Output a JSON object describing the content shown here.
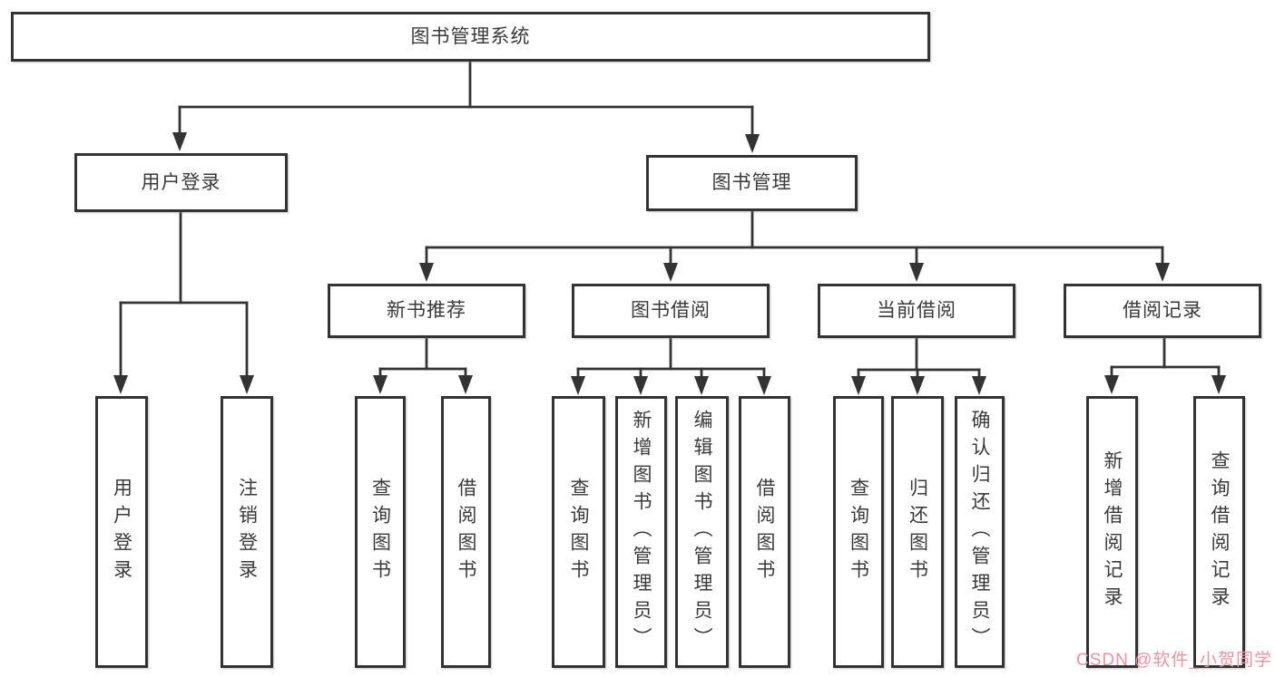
{
  "root": {
    "label": "图书管理系统"
  },
  "level2": [
    {
      "label": "用户登录"
    },
    {
      "label": "图书管理"
    }
  ],
  "level3": [
    {
      "label": "新书推荐",
      "parent": "图书管理"
    },
    {
      "label": "图书借阅",
      "parent": "图书管理"
    },
    {
      "label": "当前借阅",
      "parent": "图书管理"
    },
    {
      "label": "借阅记录",
      "parent": "图书管理"
    }
  ],
  "leaves": [
    {
      "label": "用户登录",
      "parent": "用户登录"
    },
    {
      "label": "注销登录",
      "parent": "用户登录"
    },
    {
      "label": "查询图书",
      "parent": "新书推荐"
    },
    {
      "label": "借阅图书",
      "parent": "新书推荐"
    },
    {
      "label": "查询图书",
      "parent": "图书借阅"
    },
    {
      "label": "新增图书（管理员）",
      "parent": "图书借阅"
    },
    {
      "label": "编辑图书（管理员）",
      "parent": "图书借阅"
    },
    {
      "label": "借阅图书",
      "parent": "图书借阅"
    },
    {
      "label": "查询图书",
      "parent": "当前借阅"
    },
    {
      "label": "归还图书",
      "parent": "当前借阅"
    },
    {
      "label": "确认归还（管理员）",
      "parent": "当前借阅"
    },
    {
      "label": "新增借阅记录",
      "parent": "借阅记录"
    },
    {
      "label": "查询借阅记录",
      "parent": "借阅记录"
    }
  ],
  "watermark": {
    "text": "CSDN @软件_小贺同学"
  },
  "colors": {
    "line": "#333333",
    "box_border": "#333333",
    "box_background": "#ffffff",
    "text": "#3a3a3a",
    "watermark": "#f2919f",
    "page_background": "#ffffff"
  }
}
